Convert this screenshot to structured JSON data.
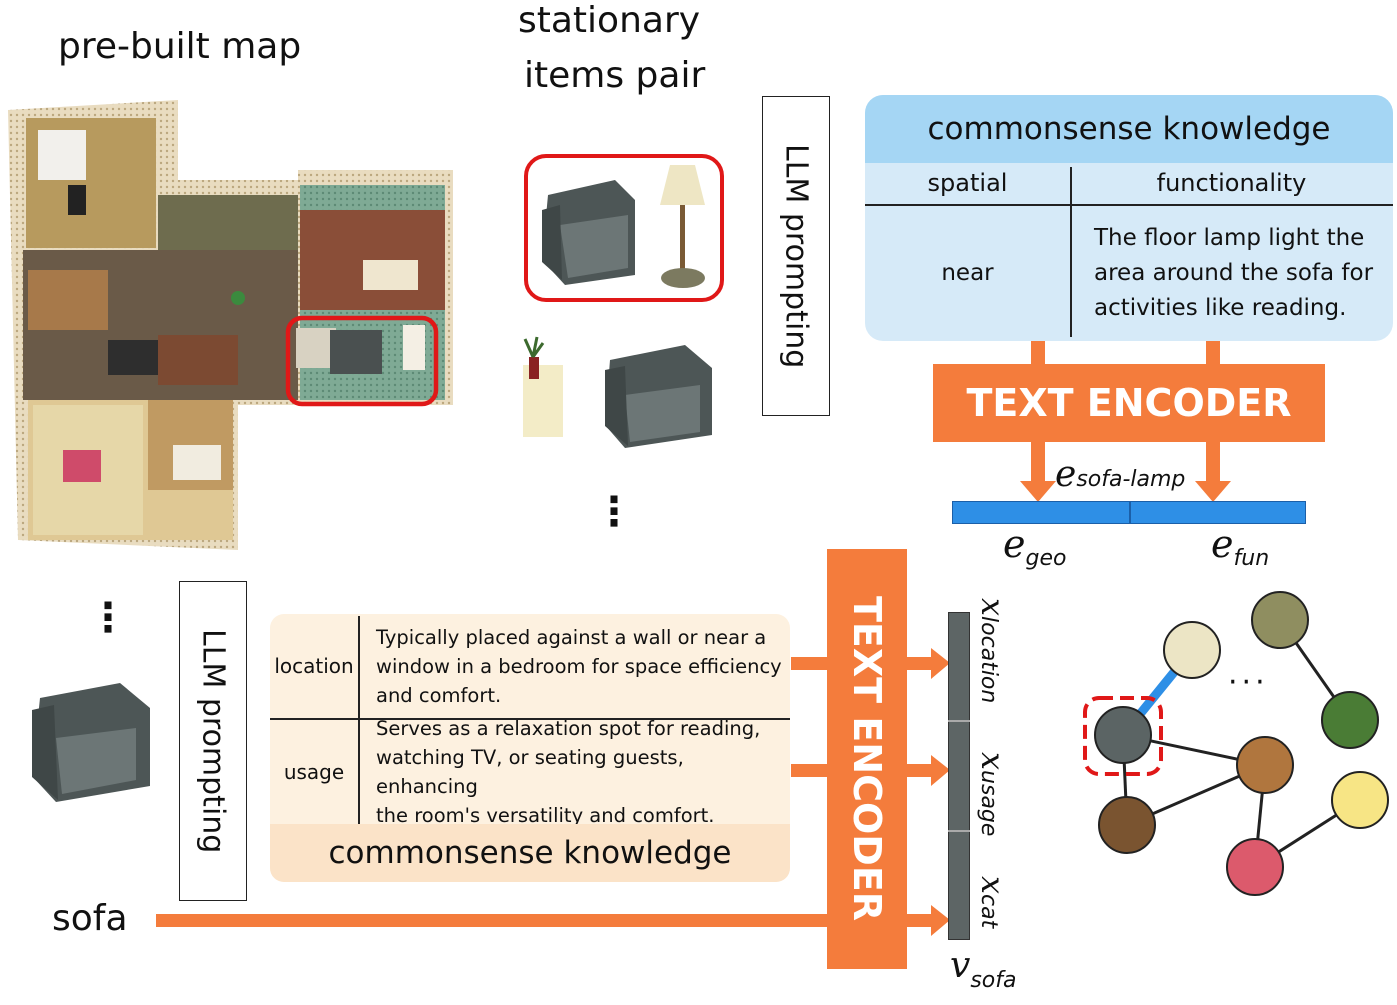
{
  "titles": {
    "prebuilt_map": "pre-built map",
    "stationary_line1": "stationary",
    "stationary_line2": "items pair"
  },
  "llm_top": "LLM prompting",
  "llm_bottom": "LLM prompting",
  "top_knowledge": {
    "header": "commonsense knowledge",
    "col_spatial": "spatial",
    "col_functionality": "functionality",
    "spatial_value": "near",
    "func_line1": "The floor lamp light the",
    "func_line2": "area around the sofa for",
    "func_line3": "activities like reading."
  },
  "text_encoder_top": "TEXT ENCODER",
  "text_encoder_bottom": "TEXT ENCODER",
  "embeddings": {
    "e_pair_base": "e",
    "e_pair_sub": "sofa-lamp",
    "e_geo_base": "e",
    "e_geo_sub": "geo",
    "e_fun_base": "e",
    "e_fun_sub": "fun"
  },
  "bottom_knowledge": {
    "location_label": "location",
    "location_line1": "Typically placed against a wall or near a",
    "location_line2": "window in a bedroom for space efficiency",
    "location_line3": "and comfort.",
    "usage_label": "usage",
    "usage_line1": "Serves as a relaxation spot for reading,",
    "usage_line2": "watching TV, or seating guests, enhancing",
    "usage_line3": "the room's versatility and comfort.",
    "footer": "commonsense knowledge"
  },
  "object_label": "sofa",
  "features": {
    "x_base": "x",
    "loc_sub": "location",
    "usage_sub": "usage",
    "cat_sub": "cat",
    "v_base": "v",
    "v_sub": "sofa"
  },
  "ellipsis_vertical": "⋮",
  "ellipsis_horizontal": "···",
  "colors": {
    "orange": "#f47c3c",
    "blue_bar": "#2e8fe6",
    "light_blue": "#d6eaf8",
    "header_blue": "#a5d6f4",
    "light_orange": "#fdf1e0",
    "highlight_red": "#e01818"
  }
}
